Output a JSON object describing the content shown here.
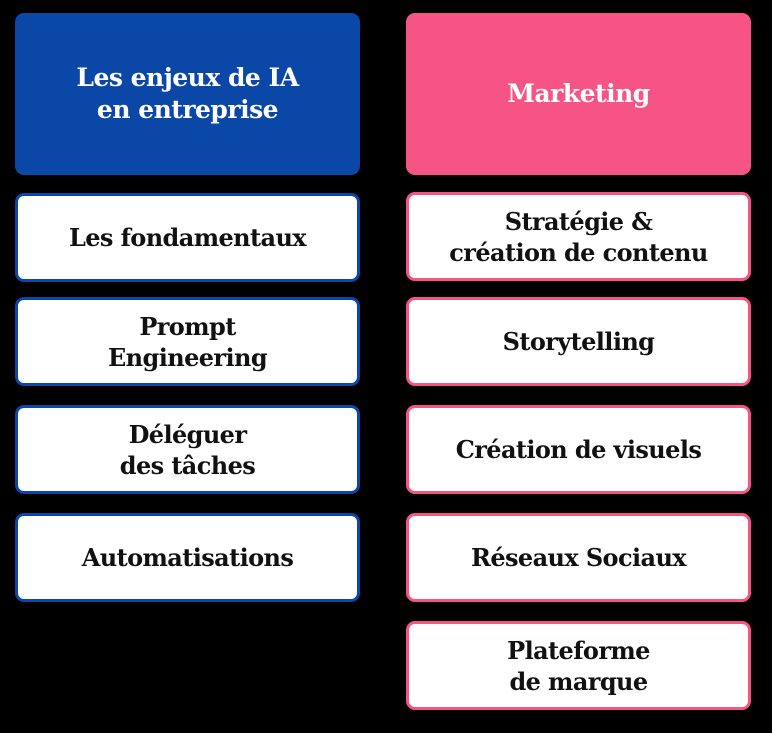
{
  "colors": {
    "background": "#000000",
    "ia_accent": "#0b47a7",
    "marketing_accent": "#f75486",
    "card_bg": "#ffffff",
    "card_text": "#111111"
  },
  "columns": [
    {
      "title": "Les enjeux de IA\nen entreprise",
      "items": [
        {
          "label": "Les fondamentaux"
        },
        {
          "label": "Prompt\nEngineering"
        },
        {
          "label": "Déléguer\ndes tâches"
        },
        {
          "label": "Automatisations"
        }
      ]
    },
    {
      "title": "Marketing",
      "items": [
        {
          "label": "Stratégie &\ncréation de contenu"
        },
        {
          "label": "Storytelling"
        },
        {
          "label": "Création de visuels"
        },
        {
          "label": "Réseaux Sociaux"
        },
        {
          "label": "Plateforme\nde marque"
        }
      ]
    }
  ]
}
